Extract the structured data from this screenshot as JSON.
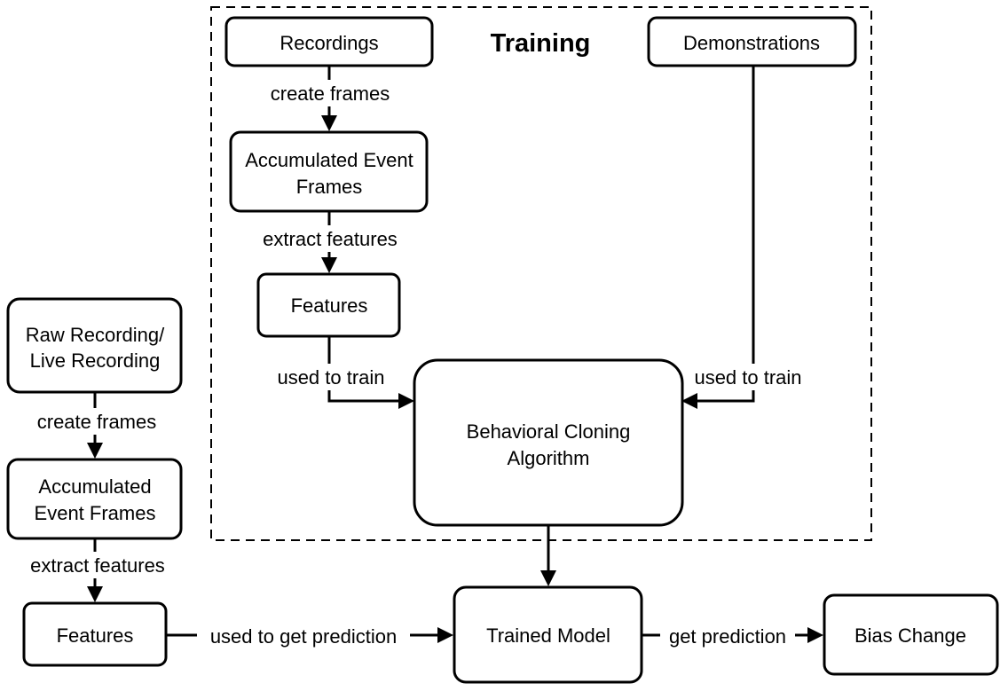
{
  "group": {
    "title": "Training"
  },
  "nodes": {
    "recordings": [
      "Recordings"
    ],
    "demonstrations": [
      "Demonstrations"
    ],
    "train_frames": [
      "Accumulated Event",
      "Frames"
    ],
    "train_features": [
      "Features"
    ],
    "bc_algorithm": [
      "Behavioral Cloning",
      "Algorithm"
    ],
    "raw_recording": [
      "Raw Recording/",
      "Live Recording"
    ],
    "infer_frames": [
      "Accumulated",
      "Event Frames"
    ],
    "infer_features": [
      "Features"
    ],
    "trained_model": [
      "Trained Model"
    ],
    "bias_change": [
      "Bias Change"
    ]
  },
  "edges": {
    "rec_to_frames": "create frames",
    "frames_to_features": "extract features",
    "features_to_bc": "used to train",
    "demo_to_bc": "used to train",
    "bc_to_model": "",
    "raw_to_frames": "create frames",
    "inf_frames_to_features": "extract features",
    "inf_features_to_model": "used to get prediction",
    "model_to_bias": "get prediction"
  }
}
